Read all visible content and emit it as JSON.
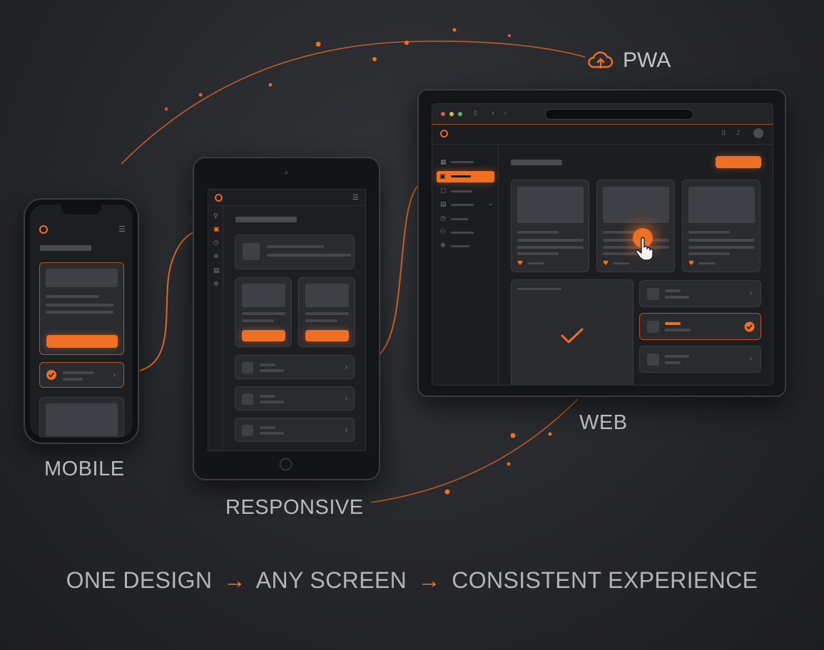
{
  "labels": {
    "pwa": "PWA",
    "web": "WEB",
    "mobile": "MOBILE",
    "responsive": "RESPONSIVE"
  },
  "tagline": {
    "part1": "ONE DESIGN",
    "part2": "ANY SCREEN",
    "part3": "CONSISTENT EXPERIENCE",
    "arrow": "→"
  },
  "icons": {
    "cloud": "cloud-upload-icon",
    "cursor": "hand-pointer-icon",
    "check": "checkmark-icon",
    "menu": "hamburger-menu-icon",
    "logo": "ring-logo-icon"
  },
  "colors": {
    "accent": "#ef6f25",
    "background": "#26272b",
    "device_frame": "#111113",
    "card": "#2a2b2f",
    "text": "#b9babd"
  }
}
